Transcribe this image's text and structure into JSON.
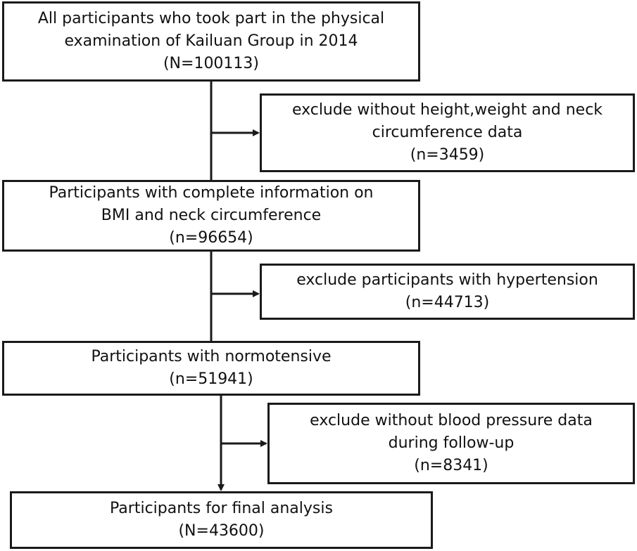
{
  "main_flow": [
    {
      "line1": "All participants who took part in the physical",
      "line2": "examination of Kailuan Group in 2014",
      "count": "(N=100113)"
    },
    {
      "line1": "Participants with complete information on",
      "line2": "BMI and neck circumference",
      "count": "(n=96654)"
    },
    {
      "line1": "Participants with normotensive",
      "count": "(n=51941)"
    },
    {
      "line1": "Participants for final analysis",
      "count": "(N=43600)"
    }
  ],
  "exclusions": [
    {
      "line1": "exclude without height,weight and neck",
      "line2": "circumference data",
      "count": "(n=3459)"
    },
    {
      "line1": "exclude participants with hypertension",
      "count": "(n=44713)"
    },
    {
      "line1": "exclude without blood pressure data",
      "line2": "during follow-up",
      "count": "(n=8341)"
    }
  ],
  "colors": {
    "line": "#1a1a1a",
    "box_border": "#1a1a1a",
    "background": "#ffffff",
    "text": "#111111"
  }
}
